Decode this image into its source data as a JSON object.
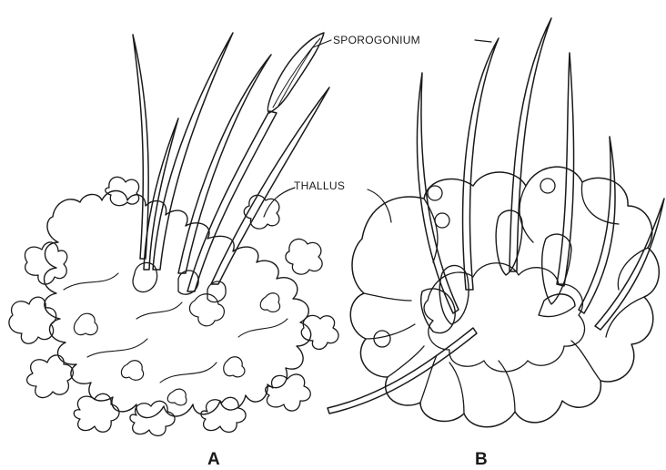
{
  "labels": {
    "sporogonium": "SPOROGONIUM",
    "thallus": "THALLUS",
    "panel_a": "A",
    "panel_b": "B"
  },
  "colors": {
    "ink": "#1a1a1a",
    "paper": "#ffffff"
  }
}
